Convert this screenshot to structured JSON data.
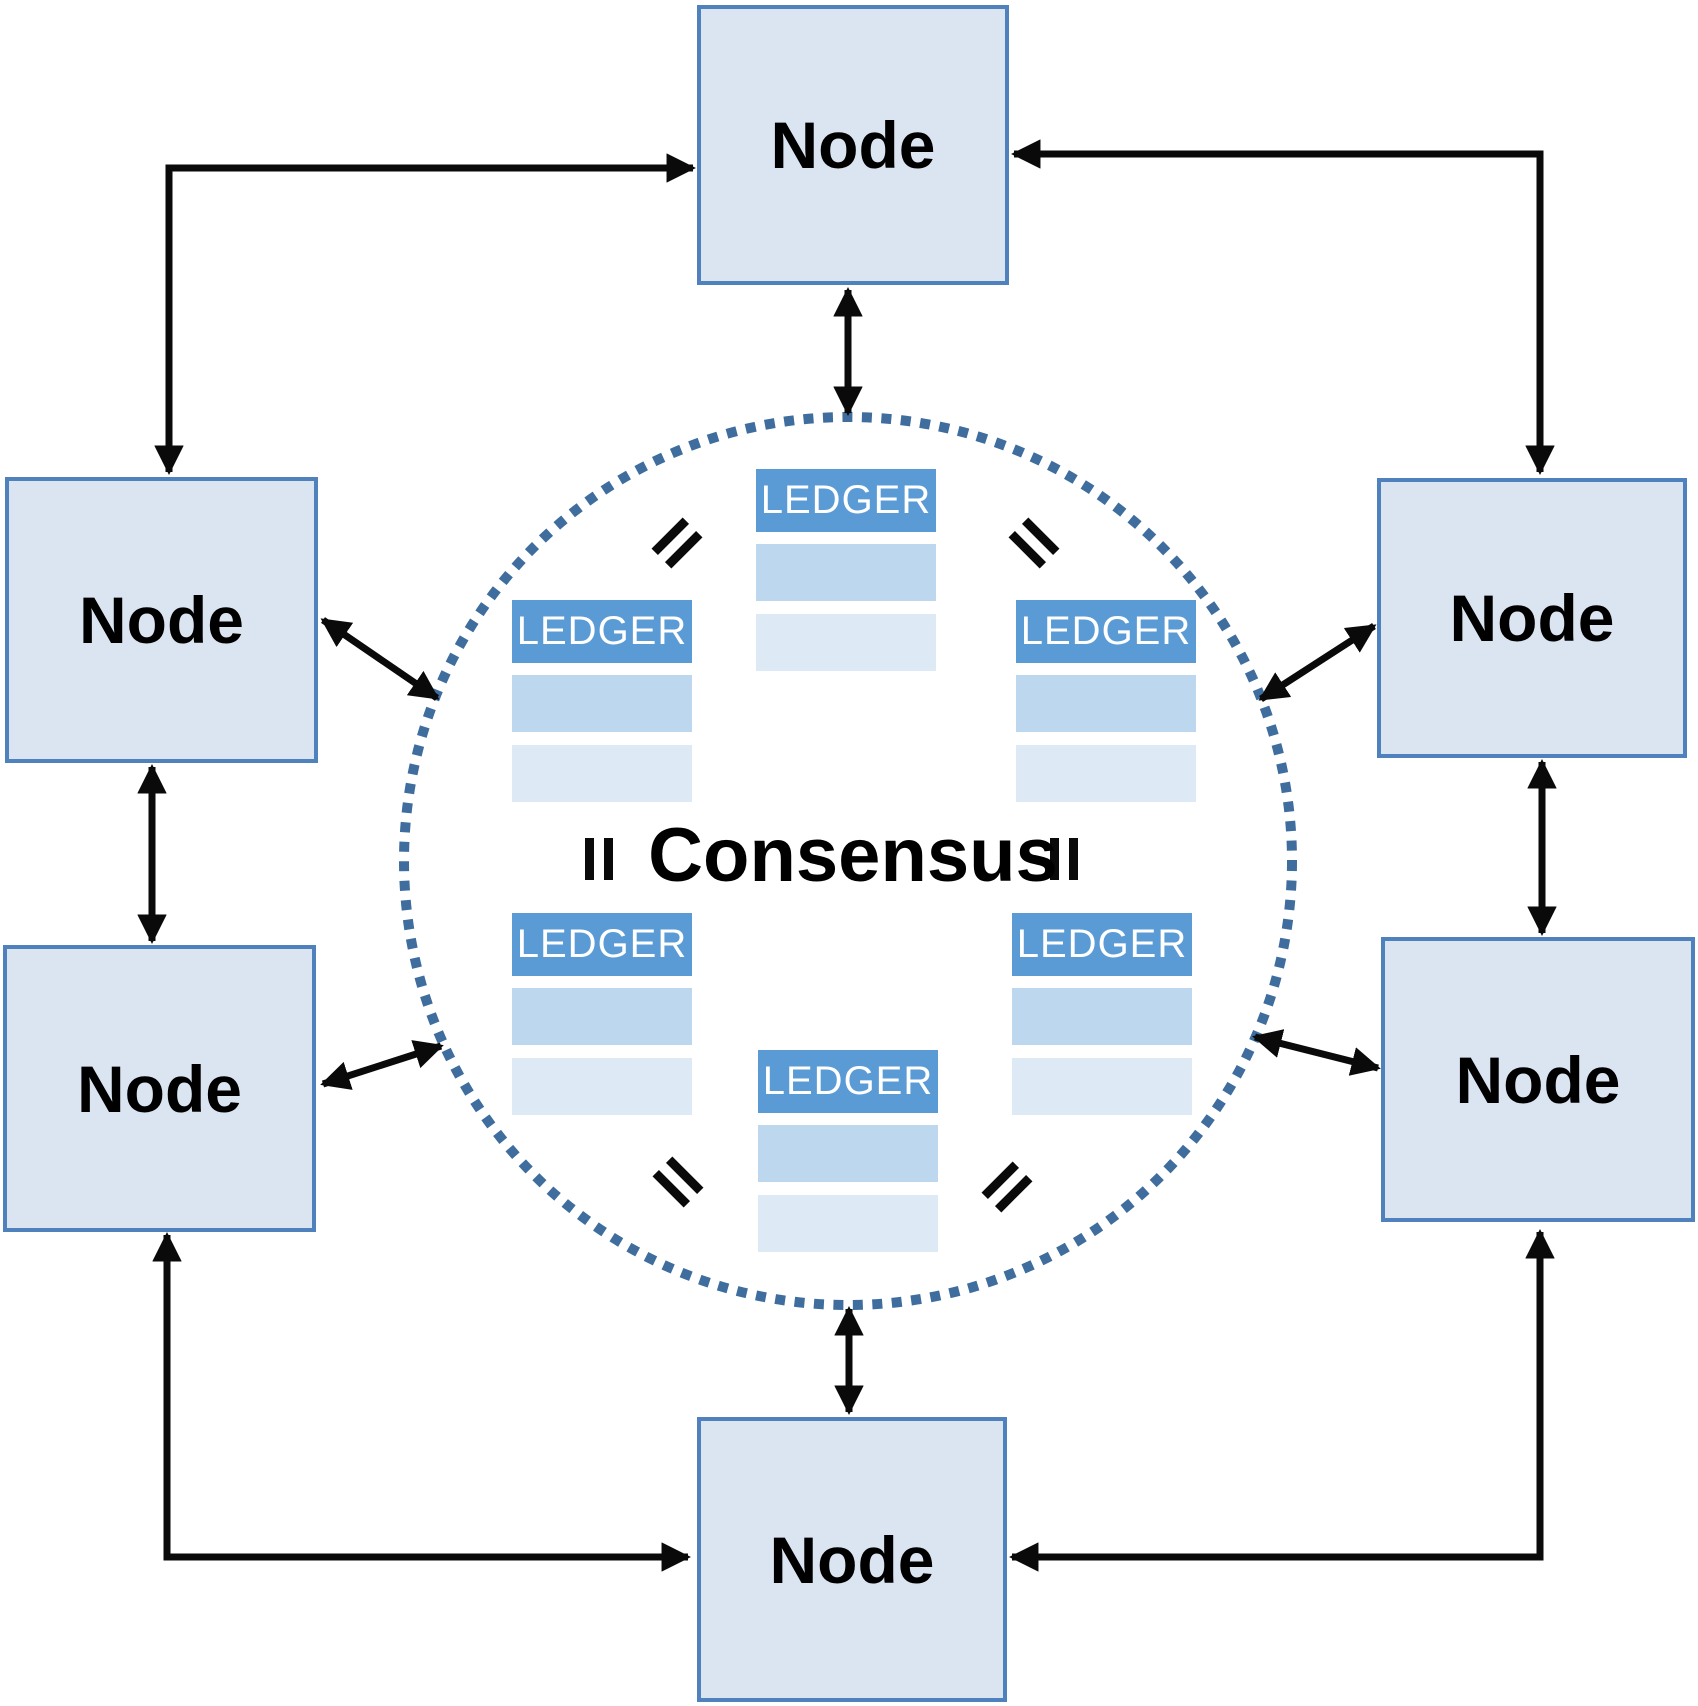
{
  "consensus": {
    "label": "Consensus"
  },
  "nodes": [
    {
      "id": "top",
      "label": "Node"
    },
    {
      "id": "upper-left",
      "label": "Node"
    },
    {
      "id": "upper-right",
      "label": "Node"
    },
    {
      "id": "lower-left",
      "label": "Node"
    },
    {
      "id": "lower-right",
      "label": "Node"
    },
    {
      "id": "bottom",
      "label": "Node"
    }
  ],
  "ledgers": [
    {
      "id": "top-center",
      "label": "LEDGER"
    },
    {
      "id": "upper-left",
      "label": "LEDGER"
    },
    {
      "id": "upper-right",
      "label": "LEDGER"
    },
    {
      "id": "lower-left",
      "label": "LEDGER"
    },
    {
      "id": "lower-right",
      "label": "LEDGER"
    },
    {
      "id": "bottom-center",
      "label": "LEDGER"
    }
  ],
  "equality_marks": [
    {
      "position": "upper-left",
      "orientation": "diagonal-up"
    },
    {
      "position": "upper-right",
      "orientation": "diagonal-down"
    },
    {
      "position": "mid-left",
      "orientation": "vertical"
    },
    {
      "position": "mid-right",
      "orientation": "vertical"
    },
    {
      "position": "lower-left",
      "orientation": "diagonal-down"
    },
    {
      "position": "lower-right",
      "orientation": "diagonal-up"
    }
  ],
  "connections": {
    "style": "double-headed-arrows",
    "ring": [
      "top↔upper-left",
      "top↔upper-right",
      "upper-left↔lower-left",
      "upper-right↔lower-right",
      "lower-left↔bottom",
      "lower-right↔bottom"
    ],
    "spokes": [
      "top↔consensus",
      "upper-left↔consensus",
      "upper-right↔consensus",
      "lower-left↔consensus",
      "lower-right↔consensus",
      "bottom↔consensus"
    ]
  },
  "colors": {
    "node_fill": "#dbe5f1",
    "node_border": "#4f81bd",
    "ledger_header": "#5b9bd5",
    "ledger_row_medium": "#bdd7ee",
    "ledger_row_light": "#dee9f6",
    "consensus_circle_dotted": "#3e6d9e",
    "arrow": "#0a0a0a",
    "text": "#000000"
  }
}
